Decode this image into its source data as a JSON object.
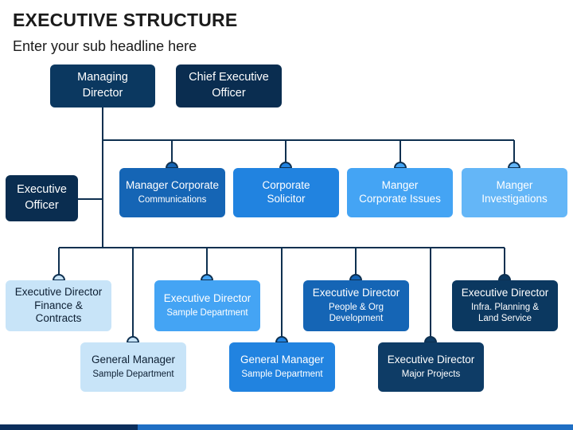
{
  "title": "EXECUTIVE STRUCTURE",
  "subtitle": "Enter your sub headline here",
  "colors": {
    "connector": "#0e3050",
    "navy": "#0b3860",
    "mid": "#1565b5",
    "blue": "#2183e0",
    "sky": "#44a4f4",
    "light": "#64b6f7",
    "pale": "#c8e4f8"
  },
  "nodes": {
    "managing_director": {
      "line1": "Managing Director"
    },
    "ceo": {
      "line1": "Chief Executive Officer"
    },
    "executive_officer": {
      "line1": "Executive Officer"
    },
    "mgr_corp_comm": {
      "line1": "Manager Corporate",
      "line2": "Communications"
    },
    "corp_solicitor": {
      "line1": "Corporate Solicitor"
    },
    "mgr_corp_issues": {
      "line1": "Manger Corporate Issues"
    },
    "mgr_investigations": {
      "line1": "Manger Investigations"
    },
    "ed_finance": {
      "line1": "Executive Director Finance & Contracts"
    },
    "gm_sample_1": {
      "line1": "General Manager",
      "line2": "Sample Department"
    },
    "ed_sample": {
      "line1": "Executive Director",
      "line2": "Sample Department"
    },
    "gm_sample_2": {
      "line1": "General Manager",
      "line2": "Sample Department"
    },
    "ed_people": {
      "line1": "Executive Director",
      "line2": "People & Org Development"
    },
    "ed_major": {
      "line1": "Executive Director",
      "line2": "Major Projects"
    },
    "ed_infra": {
      "line1": "Executive Director",
      "line2": "Infra. Planning & Land Service"
    }
  }
}
